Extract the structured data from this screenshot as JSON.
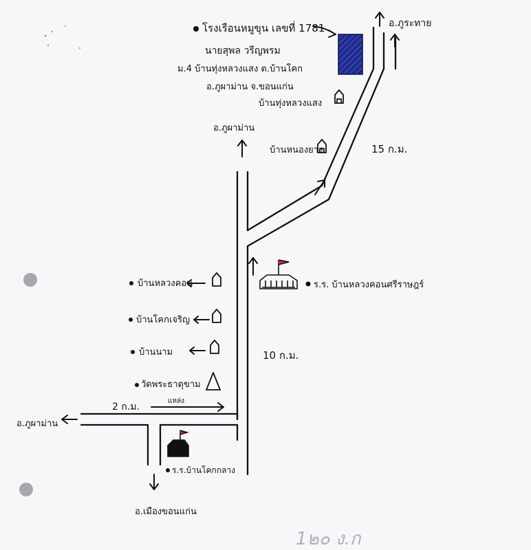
{
  "labels": {
    "farm_l1": "โรงเรือนหมูขุน เลขที่ 1781",
    "farm_l2": "นายสุพล วรีญพรม",
    "farm_l3": "ม.4 บ้านทุ่งหลวงแสง ต.บ้านโคก",
    "farm_l4": "อ.ภูผาม่าน จ.ขอนแก่น",
    "village_top": "บ้านทุ่งหลวงแสง",
    "to_top_right": "อ.ภูระทาย",
    "to_phuphaman": "อ.ภูผาม่าน",
    "village_mid": "บ้านหนองยาง",
    "dist_15": "15 ก.ม.",
    "school_right": "ร.ร. บ้านหลวงคอนศรีราษฎร์",
    "village_l1": "บ้านหลวงคอน",
    "village_l2": "บ้านโคกเจริญ",
    "village_l3": "บ้านนาม",
    "temple": "วัดพระธาตุขาม",
    "dist_10": "10 ก.ม.",
    "dist_2": "2 ก.ม.",
    "small_note": "แหล่ง",
    "to_left": "อ.ภูผาม่าน",
    "school_bottom": "ร.ร.บ้านโคกกลาง",
    "to_bottom": "อ.เมืองขอนแก่น",
    "pencil_note": "1๒๐ ง.ก"
  }
}
